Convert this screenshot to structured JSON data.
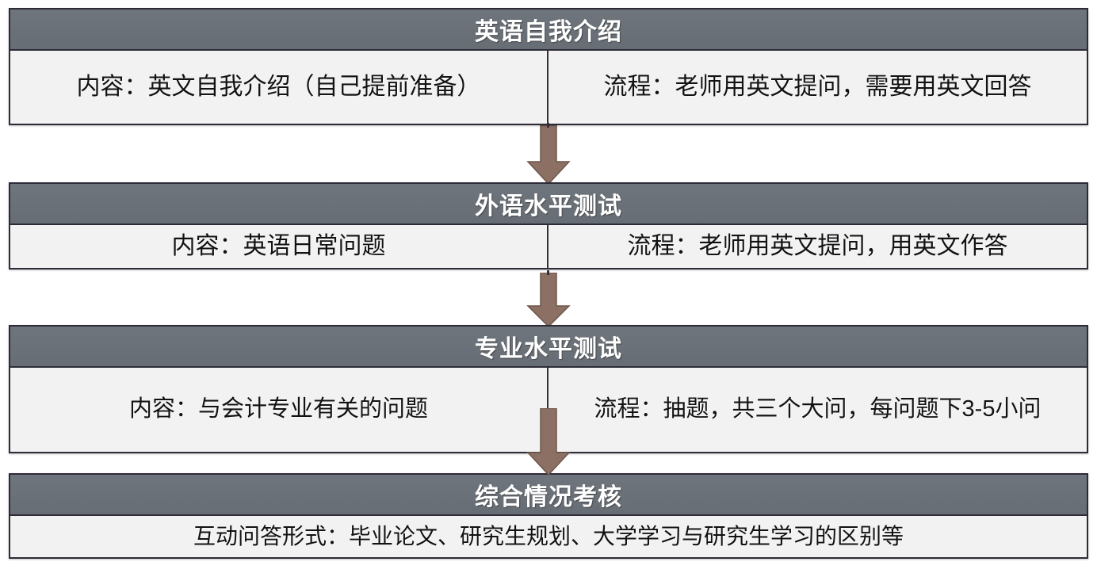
{
  "diagram": {
    "type": "vertical-flowchart",
    "title_present": false,
    "colors": {
      "header_bg": "#6A7077",
      "header_text": "#FFFFFF",
      "body_bg": "#F2F2F2",
      "body_text": "#121212",
      "border": "#2E2B38",
      "arrow": "#8C7064",
      "page_bg": "#FFFFFF"
    },
    "stages": [
      {
        "id": "stage-1",
        "header": "英语自我介绍",
        "cells": [
          {
            "label": "内容：英文自我介绍（自己提前准备）"
          },
          {
            "label": "流程：老师用英文提问，需要用英文回答"
          }
        ]
      },
      {
        "id": "stage-2",
        "header": "外语水平测试",
        "cells": [
          {
            "label": "内容：英语日常问题"
          },
          {
            "label": "流程：老师用英文提问，用英文作答"
          }
        ]
      },
      {
        "id": "stage-3",
        "header": "专业水平测试",
        "cells": [
          {
            "label": "内容：与会计专业有关的问题"
          },
          {
            "label": "流程：抽题，共三个大问，每问题下3-5小问"
          }
        ]
      },
      {
        "id": "stage-4",
        "header": "综合情况考核",
        "cells": [
          {
            "label": "互动问答形式：毕业论文、研究生规划、大学学习与研究生学习的区别等"
          }
        ]
      }
    ],
    "connectors": [
      {
        "id": "arrow-1",
        "from": "stage-1",
        "to": "stage-2",
        "icon": "down-arrow-icon"
      },
      {
        "id": "arrow-2",
        "from": "stage-2",
        "to": "stage-3",
        "icon": "down-arrow-icon"
      },
      {
        "id": "arrow-3",
        "from": "stage-3",
        "to": "stage-4",
        "icon": "down-arrow-icon"
      }
    ]
  }
}
